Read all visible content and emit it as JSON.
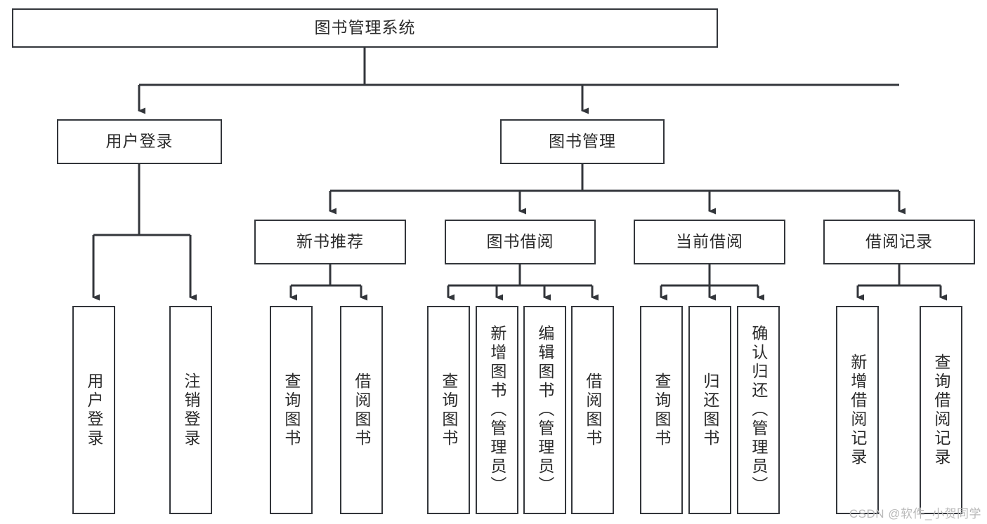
{
  "diagram": {
    "title": "图书管理系统",
    "type": "tree-hierarchy",
    "root": {
      "id": "root",
      "label": "图书管理系统"
    },
    "level2": [
      {
        "id": "user-login",
        "label": "用户登录"
      },
      {
        "id": "book-manage",
        "label": "图书管理"
      }
    ],
    "level3": [
      {
        "id": "new-book-recommend",
        "label": "新书推荐"
      },
      {
        "id": "book-borrow",
        "label": "图书借阅"
      },
      {
        "id": "current-borrow",
        "label": "当前借阅"
      },
      {
        "id": "borrow-record",
        "label": "借阅记录"
      }
    ],
    "leaves": [
      {
        "id": "leaf-user-login",
        "label": "用户登录",
        "parent": "user-login"
      },
      {
        "id": "leaf-user-logout",
        "label": "注销登录",
        "parent": "user-login"
      },
      {
        "id": "leaf-query-book-1",
        "label": "查询图书",
        "parent": "new-book-recommend"
      },
      {
        "id": "leaf-borrow-book-1",
        "label": "借阅图书",
        "parent": "new-book-recommend"
      },
      {
        "id": "leaf-query-book-2",
        "label": "查询图书",
        "parent": "book-borrow"
      },
      {
        "id": "leaf-add-book",
        "label": "新增图书（管理员）",
        "parent": "book-borrow"
      },
      {
        "id": "leaf-edit-book",
        "label": "编辑图书（管理员）",
        "parent": "book-borrow"
      },
      {
        "id": "leaf-borrow-book-2",
        "label": "借阅图书",
        "parent": "book-borrow"
      },
      {
        "id": "leaf-query-book-3",
        "label": "查询图书",
        "parent": "current-borrow"
      },
      {
        "id": "leaf-return-book",
        "label": "归还图书",
        "parent": "current-borrow"
      },
      {
        "id": "leaf-confirm-return",
        "label": "确认归还（管理员）",
        "parent": "current-borrow"
      },
      {
        "id": "leaf-add-record",
        "label": "新增借阅记录",
        "parent": "borrow-record"
      },
      {
        "id": "leaf-query-record",
        "label": "查询借阅记录",
        "parent": "borrow-record"
      }
    ],
    "watermark": "CSDN @软件_小贺同学",
    "colors": {
      "stroke": "#33363b",
      "background": "#ffffff",
      "text": "#2b2b2b",
      "watermark": "#b9b9b9"
    }
  }
}
